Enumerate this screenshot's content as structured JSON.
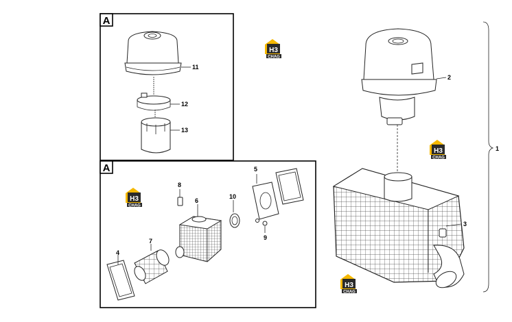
{
  "detail_boxes": [
    {
      "letter": "A"
    },
    {
      "letter": "A"
    }
  ],
  "callouts": {
    "c1": "1",
    "c2": "2",
    "c3": "3",
    "c4": "4",
    "c5": "5",
    "c6": "6",
    "c7": "7",
    "c8": "8",
    "c9": "9",
    "c10": "10",
    "c11": "11",
    "c12": "12",
    "c13": "13"
  },
  "watermark": {
    "big": "H3",
    "small": "CHAG",
    "orange": "#f5b800",
    "dark": "#2a2a2a"
  }
}
